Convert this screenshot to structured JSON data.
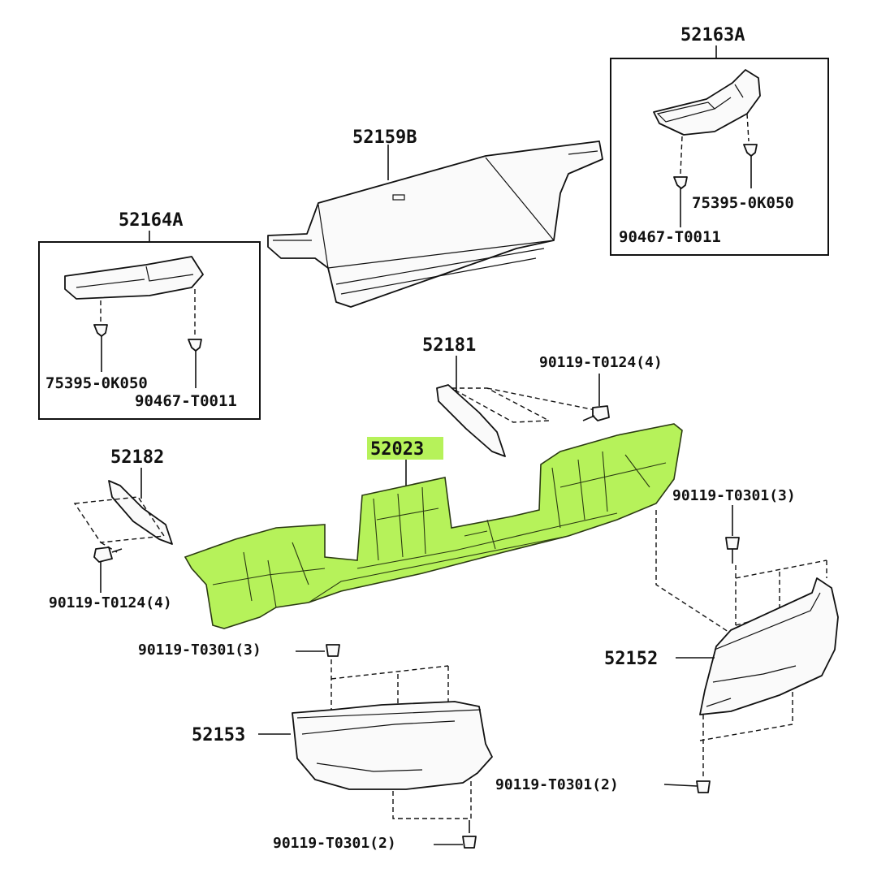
{
  "diagram": {
    "labels": {
      "p52163A": "52163A",
      "p52159B": "52159B",
      "p52164A": "52164A",
      "p75395_right": "75395-0K050",
      "p90467_right": "90467-T0011",
      "p75395_left": "75395-0K050",
      "p90467_left": "90467-T0011",
      "p52181": "52181",
      "p90119_t0124_right": "90119-T0124(4)",
      "p52023": "52023",
      "p52182": "52182",
      "p90119_t0301_right3": "90119-T0301(3)",
      "p90119_t0124_left": "90119-T0124(4)",
      "p90119_t0301_left3": "90119-T0301(3)",
      "p52152": "52152",
      "p52153": "52153",
      "p90119_t0301_right2": "90119-T0301(2)",
      "p90119_t0301_left2": "90119-T0301(2)"
    },
    "colors": {
      "highlight": "#b6f25a",
      "line": "#111111",
      "background": "#ffffff"
    }
  }
}
